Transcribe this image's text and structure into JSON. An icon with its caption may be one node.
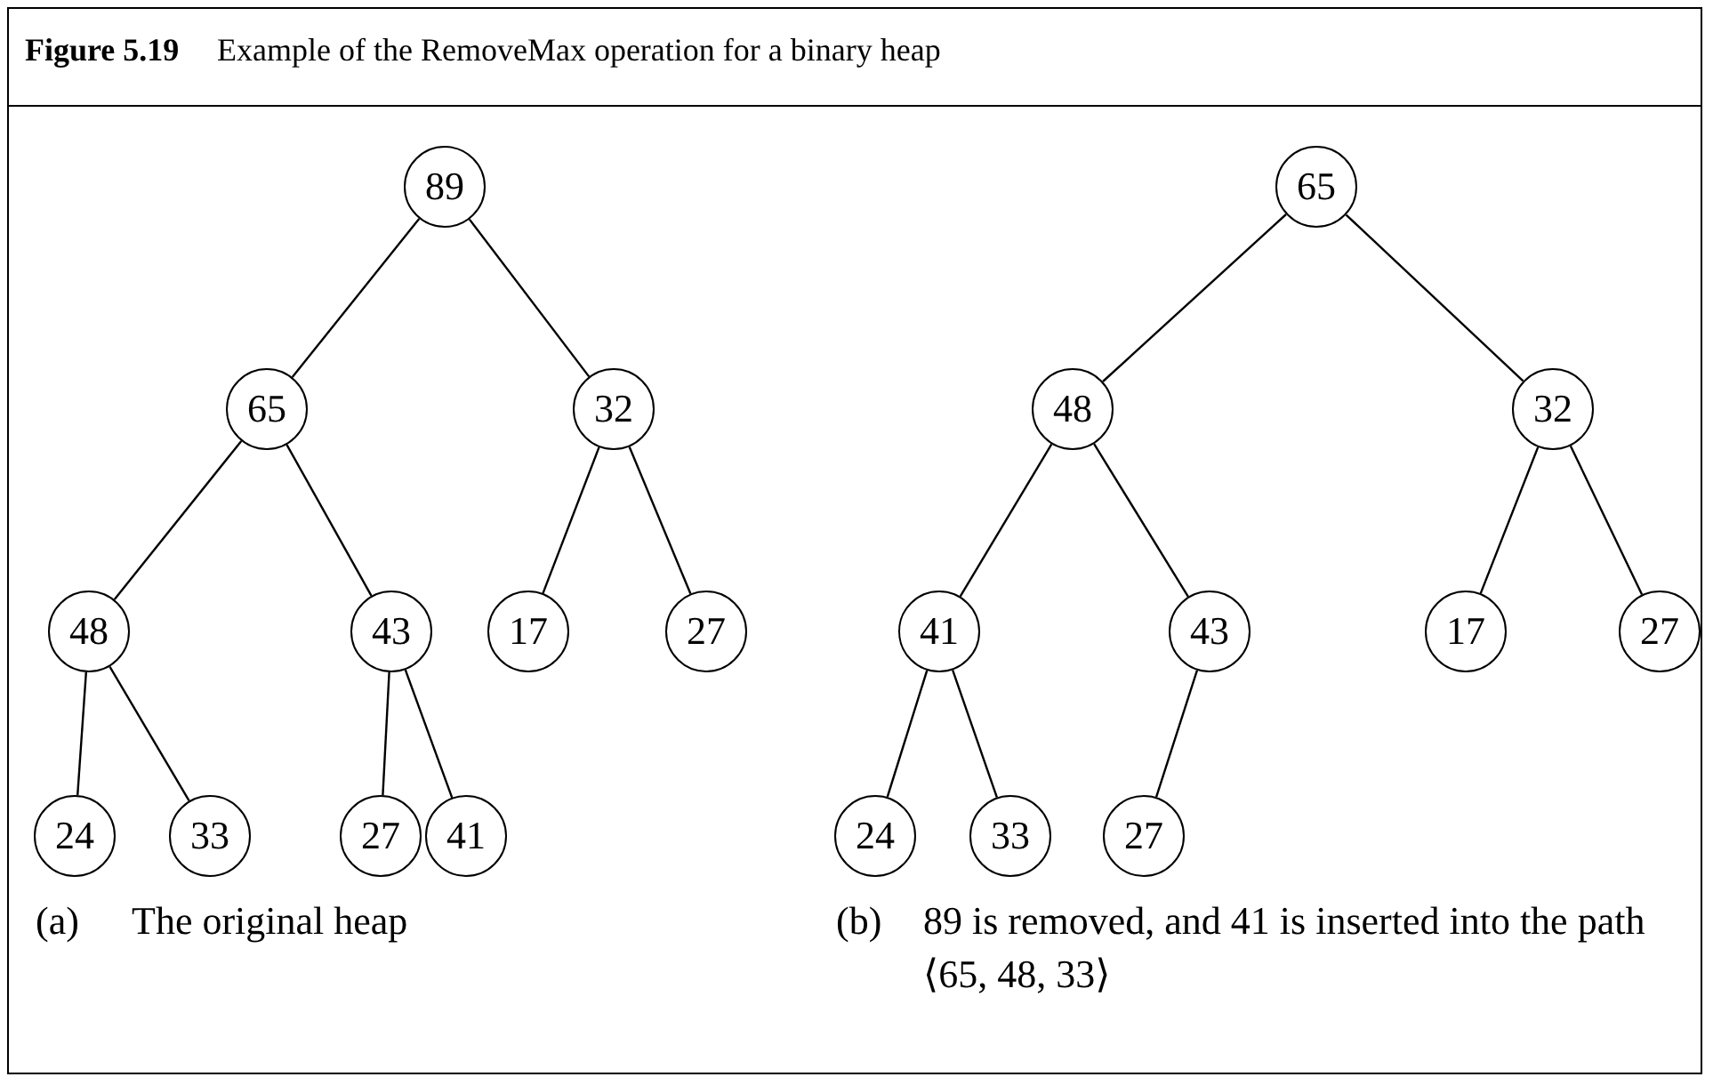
{
  "diagram": {
    "title": "Example of the RemoveMax operation for a binary heap",
    "nodes": [
      {
        "text": [
          "89"
        ]
      },
      {
        "text": [
          "65"
        ]
      },
      {
        "text": [
          "32"
        ]
      },
      {
        "text": [
          "48"
        ]
      },
      {
        "text": [
          "43"
        ]
      },
      {
        "text": [
          "17"
        ]
      },
      {
        "text": [
          "27"
        ]
      },
      {
        "text": [
          "24"
        ]
      },
      {
        "text": [
          "33"
        ]
      },
      {
        "text": [
          "27"
        ]
      },
      {
        "text": [
          "41"
        ]
      },
      {
        "text": [
          "65"
        ]
      },
      {
        "text": [
          "48"
        ]
      },
      {
        "text": [
          "32"
        ]
      },
      {
        "text": [
          "41"
        ]
      },
      {
        "text": [
          "43"
        ]
      },
      {
        "text": [
          "17"
        ]
      },
      {
        "text": [
          "27"
        ]
      },
      {
        "text": [
          "24"
        ]
      },
      {
        "text": [
          "33"
        ]
      },
      {
        "text": [
          "27"
        ]
      }
    ],
    "edges": [
      {
        "from": 0,
        "to": 1,
        "arrow": "none"
      },
      {
        "from": 0,
        "to": 2,
        "arrow": "none"
      },
      {
        "from": 1,
        "to": 3,
        "arrow": "none"
      },
      {
        "from": 1,
        "to": 4,
        "arrow": "none"
      },
      {
        "from": 2,
        "to": 5,
        "arrow": "none"
      },
      {
        "from": 2,
        "to": 6,
        "arrow": "none"
      },
      {
        "from": 3,
        "to": 7,
        "arrow": "none"
      },
      {
        "from": 3,
        "to": 8,
        "arrow": "none"
      },
      {
        "from": 4,
        "to": 9,
        "arrow": "none"
      },
      {
        "from": 4,
        "to": 10,
        "arrow": "none"
      },
      {
        "from": 11,
        "to": 12,
        "arrow": "none"
      },
      {
        "from": 11,
        "to": 13,
        "arrow": "none"
      },
      {
        "from": 12,
        "to": 14,
        "arrow": "none"
      },
      {
        "from": 12,
        "to": 15,
        "arrow": "none"
      },
      {
        "from": 13,
        "to": 16,
        "arrow": "none"
      },
      {
        "from": 13,
        "to": 17,
        "arrow": "none"
      },
      {
        "from": 14,
        "to": 18,
        "arrow": "none"
      },
      {
        "from": 14,
        "to": 19,
        "arrow": "none"
      },
      {
        "from": 15,
        "to": 20,
        "arrow": "none"
      }
    ],
    "labels": [
      "Figure 5.19",
      "(a)",
      "The original heap",
      "(b)",
      "89 is removed, and 41 is inserted into the path ⟨65, 48, 33⟩"
    ]
  }
}
